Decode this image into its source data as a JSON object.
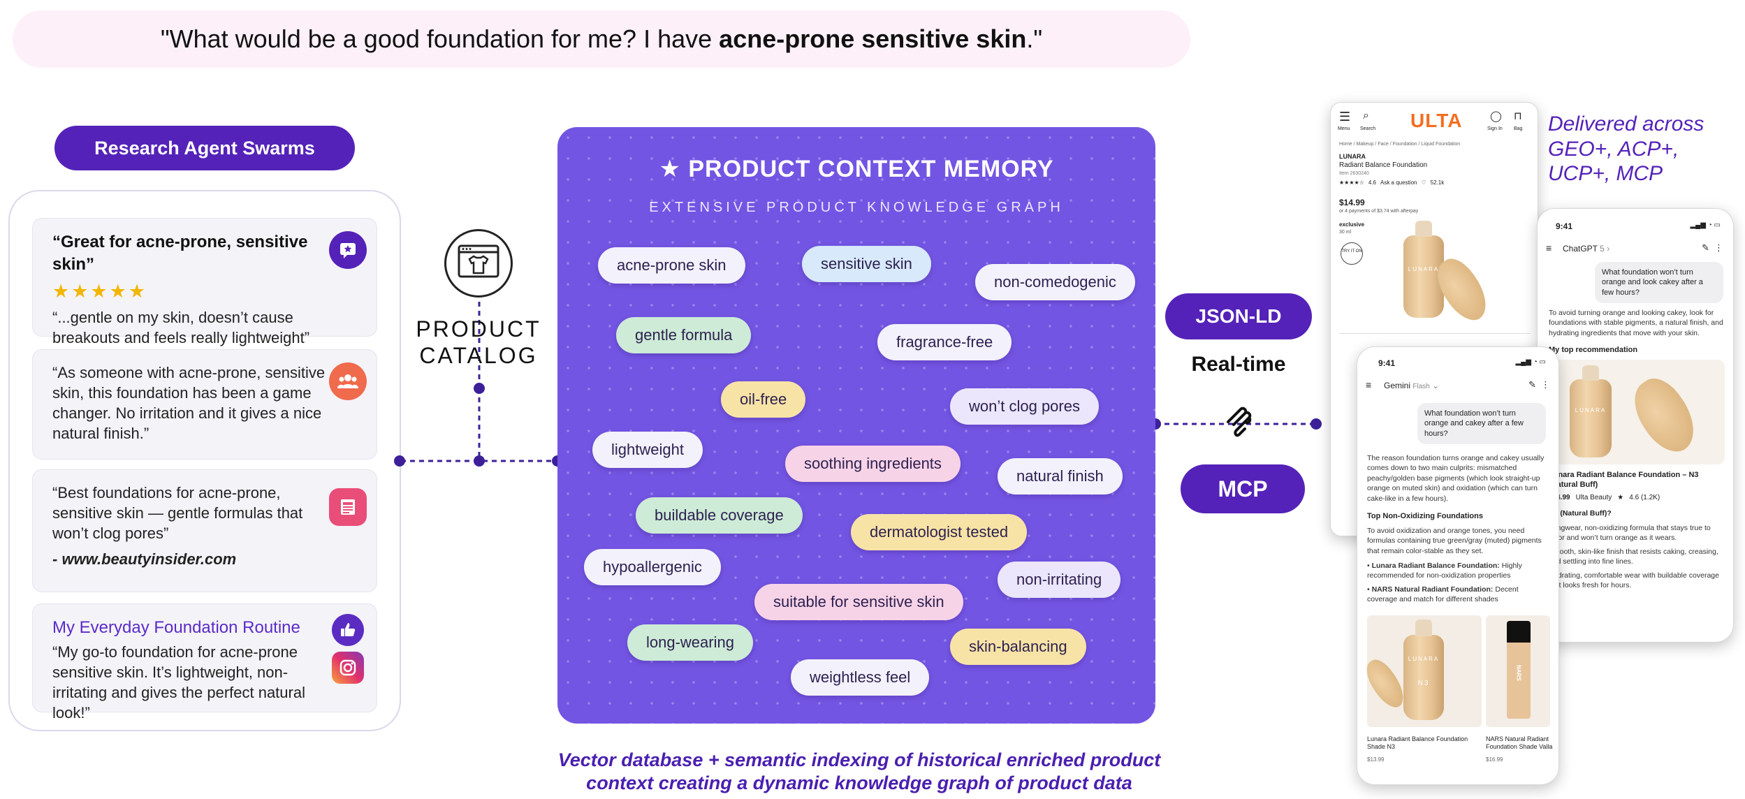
{
  "query": {
    "prefix": "\"What would be a good foundation for me? I have ",
    "emphasis": "acne-prone sensitive skin",
    "suffix": ".\""
  },
  "swarm_label": "Research Agent Swarms",
  "reviews": [
    {
      "title": "“Great for acne-prone, sensitive skin”",
      "stars": "★★★★★",
      "body": "“...gentle on my skin, doesn’t cause breakouts and feels really lightweight”"
    },
    {
      "body": "“As someone with acne-prone, sensitive skin, this foundation has been a game changer. No irritation and it gives a nice natural finish.”"
    },
    {
      "body": "“Best foundations for acne-prone, sensitive skin — gentle formulas that won’t clog pores”",
      "source": "- www.beautyinsider.com"
    },
    {
      "title": "My Everyday Foundation Routine",
      "body": "“My go-to foundation for acne-prone sensitive skin. It’s lightweight, non-irritating and gives the perfect natural look!”"
    }
  ],
  "catalog": {
    "line1": "PRODUCT",
    "line2": "CATALOG"
  },
  "memory": {
    "title": "PRODUCT CONTEXT MEMORY",
    "subtitle": "EXTENSIVE PRODUCT KNOWLEDGE GRAPH",
    "tags": [
      {
        "label": "acne-prone skin",
        "color": "#f3f1fb"
      },
      {
        "label": "sensitive skin",
        "color": "#d7e9fb"
      },
      {
        "label": "non-comedogenic",
        "color": "#f3f1fb"
      },
      {
        "label": "gentle formula",
        "color": "#cdebd6"
      },
      {
        "label": "fragrance-free",
        "color": "#f3f1fb"
      },
      {
        "label": "oil-free",
        "color": "#f8e3a6"
      },
      {
        "label": "won’t clog pores",
        "color": "#ebe6fb"
      },
      {
        "label": "lightweight",
        "color": "#f3f1fb"
      },
      {
        "label": "soothing ingredients",
        "color": "#f7d3e7"
      },
      {
        "label": "natural finish",
        "color": "#f3f1fb"
      },
      {
        "label": "buildable coverage",
        "color": "#cdebd6"
      },
      {
        "label": "dermatologist tested",
        "color": "#f8e3a6"
      },
      {
        "label": "hypoallergenic",
        "color": "#f3f1fb"
      },
      {
        "label": "non-irritating",
        "color": "#ebe6fb"
      },
      {
        "label": "suitable for sensitive skin",
        "color": "#f7d3e7"
      },
      {
        "label": "long-wearing",
        "color": "#cdebd6"
      },
      {
        "label": "skin-balancing",
        "color": "#f8e3a6"
      },
      {
        "label": "weightless feel",
        "color": "#f3f1fb"
      }
    ],
    "caption_line1": "Vector database + semantic indexing of historical enriched product",
    "caption_line2": "context creating a dynamic knowledge graph of product data"
  },
  "protocols": {
    "json_ld": "JSON-LD",
    "realtime": "Real-time",
    "mcp": "MCP"
  },
  "delivered": {
    "line1": "Delivered across",
    "line2": "GEO+, ACP+,",
    "line3": "UCP+, MCP"
  },
  "ulta": {
    "logo": "ULTA",
    "nav": [
      "Menu",
      "Search",
      "Sign In",
      "Bag"
    ],
    "breadcrumb": "Home / Makeup / Face / Foundation / Liquid Foundation",
    "brand": "LUNARA",
    "product": "Radiant Balance Foundation",
    "item": "Item 2630240",
    "rating": "4.6",
    "ask": "Ask a question",
    "likes": "52.1k",
    "price": "$14.99",
    "payments": "or 4 payments of $3.74 with afterpay",
    "exclusive": "exclusive",
    "size": "30 ml",
    "badge": "TRY IT ON",
    "bottle_label": "LUNARA"
  },
  "chatgpt": {
    "time": "9:41",
    "app": "ChatGPT",
    "version": "5",
    "user_msg": "What foundation won’t turn orange and look cakey after a few hours?",
    "reply": "To avoid turning orange and looking cakey, look for foundations with stable pigments, a natural finish, and hydrating ingredients that move with your skin.",
    "rec_heading": "My top recommendation",
    "bottle_label": "LUNARA",
    "product": "Lunara Radiant Balance Foundation – N3 (Natural Buff)",
    "price": "$14.99",
    "store": "Ulta Beauty",
    "rating": "4.6 (1.2K)",
    "shade": "N3 (Natural Buff)?",
    "p1": "Longwear, non-oxidizing formula that stays true to color and won’t turn orange as it wears.",
    "p2": "Smooth, skin-like finish that resists caking, creasing, and settling into fine lines.",
    "p3": "Hydrating, comfortable wear with buildable coverage that looks fresh for hours."
  },
  "gemini": {
    "time": "9:41",
    "app": "Gemini",
    "model": "Flash",
    "user_msg": "What foundation won’t turn orange and cakey after a few hours?",
    "reply": "The reason foundation turns orange and cakey usually comes down to two main culprits: mismatched peachy/golden base pigments (which look straight-up orange on muted skin) and oxidation (which can turn cake-like in a few hours).",
    "heading": "Top Non-Oxidizing Foundations",
    "intro": "To avoid oxidization and orange tones, you need formulas containing true green/gray (muted) pigments that remain color-stable as they set.",
    "b1_title": "Lunara Radiant Balance Foundation:",
    "b1_text": "Highly recommended for non-oxidization properties",
    "b2_title": "NARS Natural Radiant Foundation:",
    "b2_text": "Decent coverage and match for different shades",
    "p1_label": "LUNARA",
    "p1_shade": "N3",
    "p1_name": "Lunara Radiant Balance Foundation Shade N3",
    "p1_price": "$13.99",
    "p2_label": "NARS",
    "p2_name": "NARS Natural Radiant Foundation Shade Valla",
    "p2_price": "$16.99"
  }
}
